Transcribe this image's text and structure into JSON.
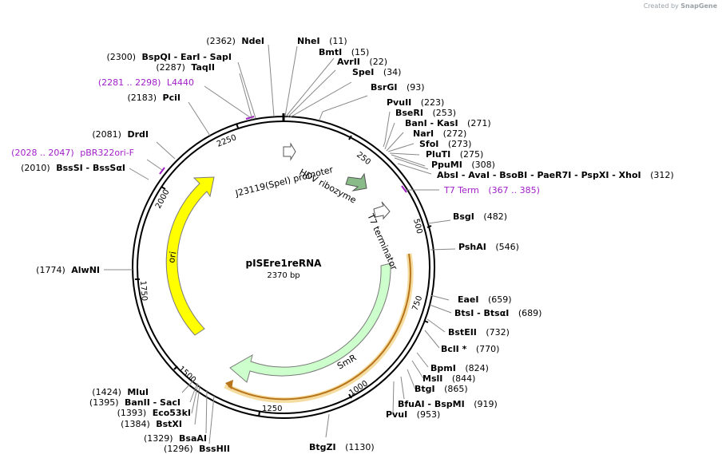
{
  "brand": {
    "created_by": "Created by",
    "app": "SnapGene"
  },
  "plasmid": {
    "name": "pISEre1reRNA",
    "size_label": "2370 bp",
    "length": 2370
  },
  "colors": {
    "feature_label": "#a020c8",
    "ori": "#ffff00",
    "smr": "#ccffcc",
    "hdv": "#88bb88",
    "orf": "#e8a23a"
  },
  "sites": [
    {
      "pos": "(11)",
      "name": "NheI",
      "side": "R"
    },
    {
      "pos": "(15)",
      "name": "BmtI",
      "side": "R"
    },
    {
      "pos": "(22)",
      "name": "AvrII",
      "side": "R"
    },
    {
      "pos": "(34)",
      "name": "SpeI",
      "side": "R"
    },
    {
      "pos": "(93)",
      "name": "BsrGI",
      "side": "R"
    },
    {
      "pos": "(223)",
      "name": "PvuII",
      "side": "R"
    },
    {
      "pos": "(253)",
      "name": "BseRI",
      "side": "R"
    },
    {
      "pos": "(271)",
      "name": "BanI - KasI",
      "side": "R"
    },
    {
      "pos": "(272)",
      "name": "NarI",
      "side": "R"
    },
    {
      "pos": "(273)",
      "name": "SfoI",
      "side": "R"
    },
    {
      "pos": "(275)",
      "name": "PluTI",
      "side": "R"
    },
    {
      "pos": "(308)",
      "name": "PpuMI",
      "side": "R"
    },
    {
      "pos": "(312)",
      "name": "AbsI - AvaI - BsoBI - PaeR7I - PspXI - XhoI",
      "side": "R"
    },
    {
      "pos": "(482)",
      "name": "BsgI",
      "side": "R"
    },
    {
      "pos": "(546)",
      "name": "PshAI",
      "side": "R"
    },
    {
      "pos": "(659)",
      "name": "EaeI",
      "side": "R"
    },
    {
      "pos": "(689)",
      "name": "BtsI - BtsαI",
      "side": "R"
    },
    {
      "pos": "(732)",
      "name": "BstEII",
      "side": "R"
    },
    {
      "pos": "(770)",
      "name": "BclI *",
      "side": "R"
    },
    {
      "pos": "(824)",
      "name": "BpmI",
      "side": "R"
    },
    {
      "pos": "(844)",
      "name": "MslI",
      "side": "R"
    },
    {
      "pos": "(865)",
      "name": "BtgI",
      "side": "R"
    },
    {
      "pos": "(919)",
      "name": "BfuAI - BspMI",
      "side": "R"
    },
    {
      "pos": "(953)",
      "name": "PvuI",
      "side": "R"
    },
    {
      "pos": "(1130)",
      "name": "BtgZI",
      "side": "R"
    },
    {
      "pos": "(1296)",
      "name": "BssHII",
      "side": "L"
    },
    {
      "pos": "(1329)",
      "name": "BsaAI",
      "side": "L"
    },
    {
      "pos": "(1384)",
      "name": "BstXI",
      "side": "L"
    },
    {
      "pos": "(1393)",
      "name": "Eco53kI",
      "side": "L"
    },
    {
      "pos": "(1395)",
      "name": "BanII - SacI",
      "side": "L"
    },
    {
      "pos": "(1424)",
      "name": "MluI",
      "side": "L"
    },
    {
      "pos": "(1774)",
      "name": "AlwNI",
      "side": "L"
    },
    {
      "pos": "(2010)",
      "name": "BssSI - BssSαI",
      "side": "L"
    },
    {
      "pos": "(2081)",
      "name": "DrdI",
      "side": "L"
    },
    {
      "pos": "(2183)",
      "name": "PciI",
      "side": "L"
    },
    {
      "pos": "(2287)",
      "name": "TaqII",
      "side": "L"
    },
    {
      "pos": "(2300)",
      "name": "BspQI - EarI - SapI",
      "side": "L"
    },
    {
      "pos": "(2362)",
      "name": "NdeI",
      "side": "L"
    }
  ],
  "features_outer": [
    {
      "name": "L4440",
      "range": "(2281 .. 2298)"
    },
    {
      "name": "pBR322ori-F",
      "range": "(2028 .. 2047)"
    },
    {
      "name": "T7 Term",
      "range": "(367 .. 385)"
    }
  ],
  "features_inner": [
    {
      "name": "J23119(SpeI) promoter"
    },
    {
      "name": "HDV ribozyme"
    },
    {
      "name": "T7 terminator"
    },
    {
      "name": "SmR"
    },
    {
      "name": "ori"
    }
  ],
  "ticks": [
    "250",
    "500",
    "750",
    "1000",
    "1250",
    "1500",
    "1750",
    "2000",
    "2250"
  ]
}
